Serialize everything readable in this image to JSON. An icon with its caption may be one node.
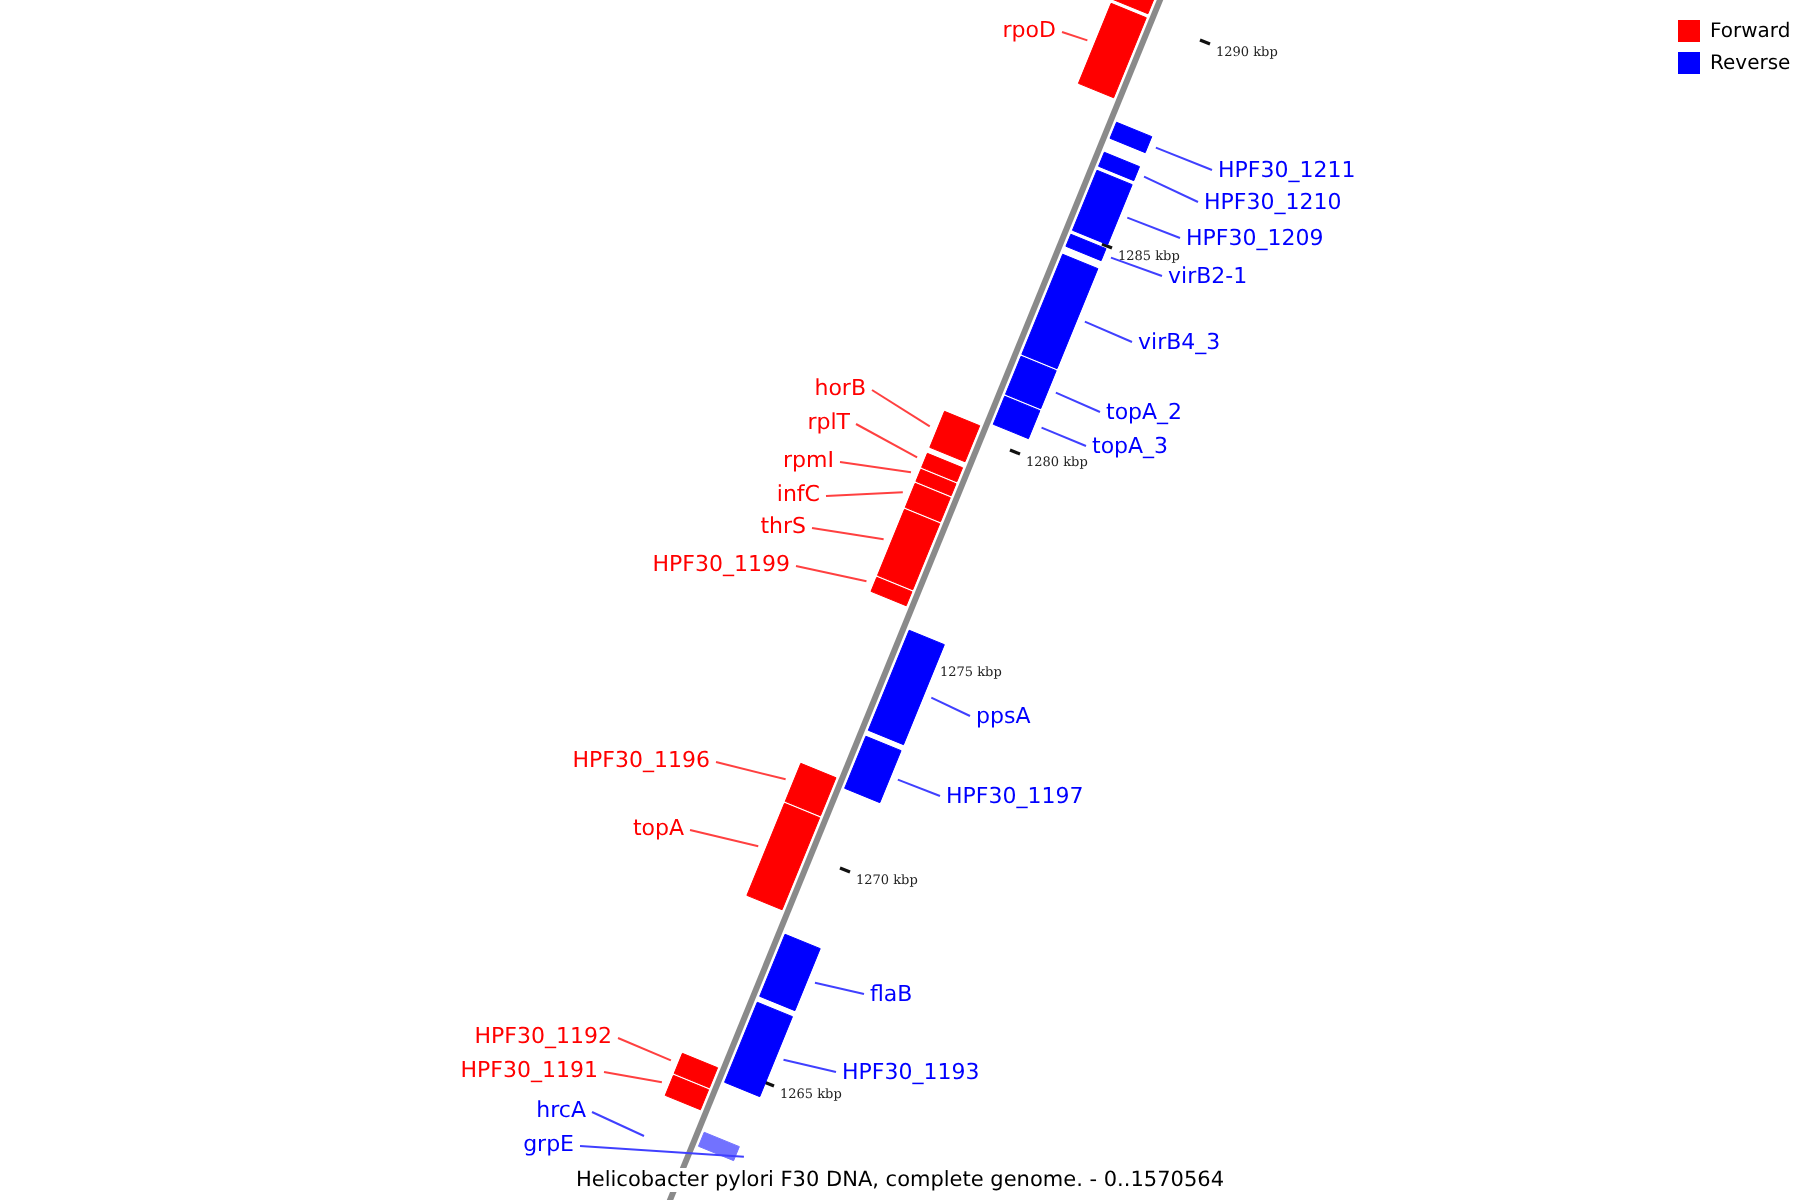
{
  "diagram": {
    "caption": "Helicobacter pylori F30 DNA, complete genome. - 0..1570564",
    "nodes": [
      {
        "text": [],
        "shape": "bar"
      },
      {
        "text": [
          "rpoD"
        ]
      },
      {
        "text": [],
        "shape": "bar"
      },
      {
        "text": [
          "HPF30_1211"
        ]
      },
      {
        "text": [],
        "shape": "bar"
      },
      {
        "text": [
          "HPF30_1210"
        ]
      },
      {
        "text": [],
        "shape": "bar"
      },
      {
        "text": [
          "HPF30_1209"
        ]
      },
      {
        "text": [],
        "shape": "bar"
      },
      {
        "text": [
          "virB2-1"
        ]
      },
      {
        "text": [],
        "shape": "bar"
      },
      {
        "text": [
          "virB4_3"
        ]
      },
      {
        "text": [],
        "shape": "bar"
      },
      {
        "text": [
          "topA_2"
        ]
      },
      {
        "text": [],
        "shape": "bar"
      },
      {
        "text": [
          "topA_3"
        ]
      },
      {
        "text": [],
        "shape": "bar"
      },
      {
        "text": [
          "horB"
        ]
      },
      {
        "text": [],
        "shape": "bar"
      },
      {
        "text": [
          "rplT"
        ]
      },
      {
        "text": [],
        "shape": "bar"
      },
      {
        "text": [
          "rpmI"
        ]
      },
      {
        "text": [],
        "shape": "bar"
      },
      {
        "text": [
          "infC"
        ]
      },
      {
        "text": [],
        "shape": "bar"
      },
      {
        "text": [
          "thrS"
        ]
      },
      {
        "text": [],
        "shape": "bar"
      },
      {
        "text": [
          "HPF30_1199"
        ]
      },
      {
        "text": [],
        "shape": "bar"
      },
      {
        "text": [
          "ppsA"
        ]
      },
      {
        "text": [],
        "shape": "bar"
      },
      {
        "text": [
          "HPF30_1197"
        ]
      },
      {
        "text": [],
        "shape": "bar"
      },
      {
        "text": [
          "HPF30_1196"
        ]
      },
      {
        "text": [],
        "shape": "bar"
      },
      {
        "text": [
          "topA"
        ]
      },
      {
        "text": [],
        "shape": "bar"
      },
      {
        "text": [
          "flaB"
        ]
      },
      {
        "text": [],
        "shape": "bar"
      },
      {
        "text": [
          "HPF30_1193"
        ]
      },
      {
        "text": [],
        "shape": "bar"
      },
      {
        "text": [
          "HPF30_1192"
        ]
      },
      {
        "text": [],
        "shape": "bar"
      },
      {
        "text": [
          "HPF30_1191"
        ]
      },
      {
        "text": [],
        "shape": "bar"
      },
      {
        "text": [
          "hrcA"
        ]
      },
      {
        "text": [
          "grpE"
        ]
      },
      {
        "text": [],
        "shape": "bar"
      }
    ],
    "edges": [
      {
        "from": 1,
        "to": 2,
        "arrow": "none",
        "color": "#ff4040"
      },
      {
        "from": 3,
        "to": 4,
        "arrow": "none"
      },
      {
        "from": 5,
        "to": 6,
        "arrow": "none"
      },
      {
        "from": 7,
        "to": 8,
        "arrow": "none"
      },
      {
        "from": 9,
        "to": 10,
        "arrow": "none"
      },
      {
        "from": 11,
        "to": 12,
        "arrow": "none"
      },
      {
        "from": 13,
        "to": 14,
        "arrow": "none"
      },
      {
        "from": 15,
        "to": 16,
        "arrow": "none"
      },
      {
        "from": 17,
        "to": 18,
        "arrow": "none",
        "color": "#ff4040"
      },
      {
        "from": 19,
        "to": 20,
        "arrow": "none",
        "color": "#ff4040"
      },
      {
        "from": 21,
        "to": 22,
        "arrow": "none",
        "color": "#ff4040"
      },
      {
        "from": 23,
        "to": 24,
        "arrow": "none",
        "color": "#ff4040"
      },
      {
        "from": 25,
        "to": 26,
        "arrow": "none",
        "color": "#ff4040"
      },
      {
        "from": 27,
        "to": 28,
        "arrow": "none",
        "color": "#ff4040"
      },
      {
        "from": 29,
        "to": 30,
        "arrow": "none"
      },
      {
        "from": 31,
        "to": 32,
        "arrow": "none"
      },
      {
        "from": 33,
        "to": 34,
        "arrow": "none",
        "color": "#ff4040"
      },
      {
        "from": 35,
        "to": 36,
        "arrow": "none",
        "color": "#ff4040"
      },
      {
        "from": 37,
        "to": 38,
        "arrow": "none"
      },
      {
        "from": 39,
        "to": 40,
        "arrow": "none"
      },
      {
        "from": 41,
        "to": 42,
        "arrow": "none",
        "color": "#ff4040"
      },
      {
        "from": 43,
        "to": 44,
        "arrow": "none",
        "color": "#ff4040"
      },
      {
        "from": 45,
        "to": null,
        "arrow": "none"
      },
      {
        "from": 46,
        "to": 47,
        "arrow": "none"
      }
    ],
    "labels": [
      "1290 kbp",
      "1285 kbp",
      "1280 kbp",
      "1275 kbp",
      "1270 kbp",
      "1265 kbp"
    ],
    "legend": [
      {
        "text": "Forward",
        "color": "#ff0000"
      },
      {
        "text": "Reverse",
        "color": "#0000ff"
      }
    ]
  }
}
